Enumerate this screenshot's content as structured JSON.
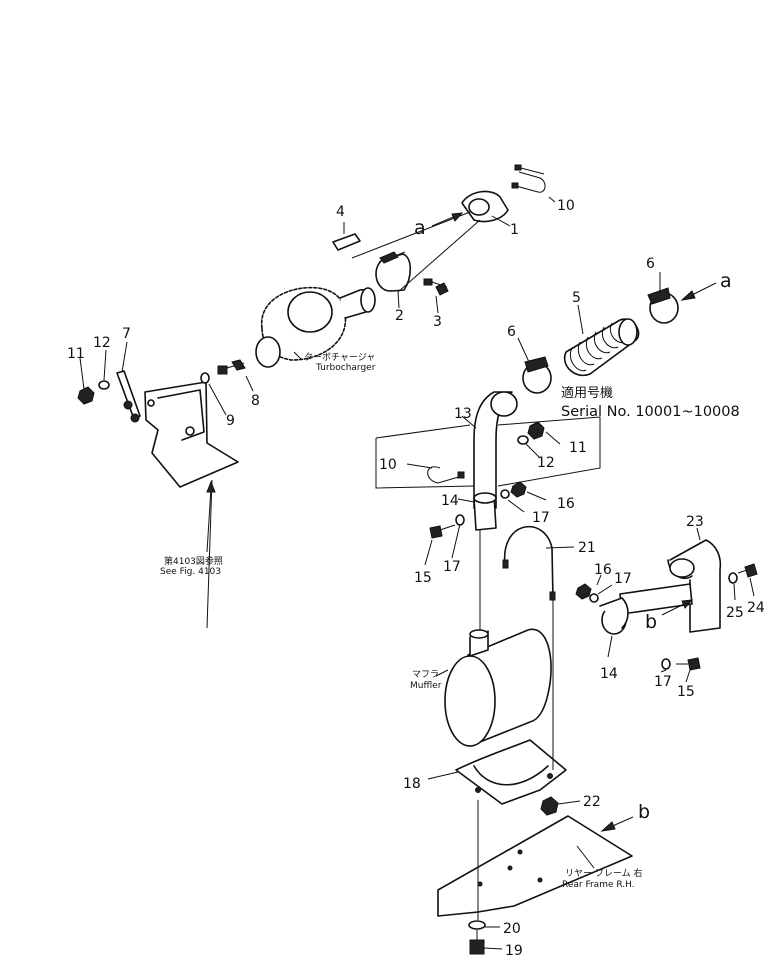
{
  "diagram": {
    "labels": {
      "turbocharger_jp": "ターボチャージャ",
      "turbocharger": "Turbocharger",
      "muffler_jp": "マフラ",
      "muffler": "Muffler",
      "see_fig_jp": "第4103図参照",
      "see_fig": "See Fig. 4103",
      "serial_jp": "適用号機",
      "serial": "Serial No. 10001~10008",
      "rear_frame_jp": "リヤー フレーム 右",
      "rear_frame": "Rear Frame R.H."
    },
    "arrows": {
      "a": "a",
      "b": "b"
    },
    "part_numbers": [
      "1",
      "2",
      "3",
      "4",
      "5",
      "6",
      "7",
      "8",
      "9",
      "10",
      "11",
      "12",
      "13",
      "14",
      "15",
      "16",
      "17",
      "18",
      "19",
      "20",
      "21",
      "22",
      "23",
      "24",
      "25"
    ],
    "callouts": {
      "p1": "1",
      "p2": "2",
      "p3": "3",
      "p4": "4",
      "p5": "5",
      "p6a": "6",
      "p6b": "6",
      "p7": "7",
      "p8": "8",
      "p9": "9",
      "p10a": "10",
      "p10b": "10",
      "p11a": "11",
      "p11b": "11",
      "p12a": "12",
      "p12b": "12",
      "p13": "13",
      "p14a": "14",
      "p14b": "14",
      "p15a": "15",
      "p15b": "15",
      "p16a": "16",
      "p16b": "16",
      "p17a": "17",
      "p17b": "17",
      "p17c": "17",
      "p18": "18",
      "p19": "19",
      "p20": "20",
      "p21": "21",
      "p22": "22",
      "p23": "23",
      "p24": "24",
      "p25": "25"
    }
  }
}
